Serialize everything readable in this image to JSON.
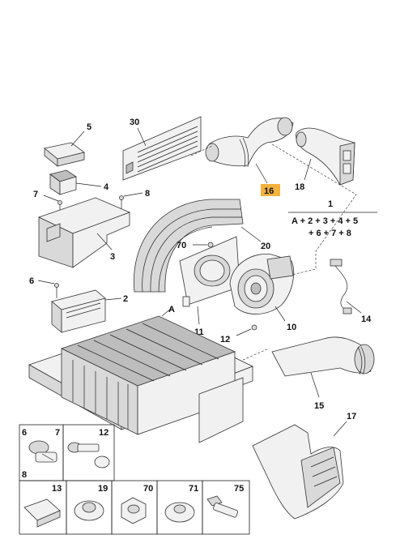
{
  "callouts": {
    "c5": "5",
    "c4": "4",
    "c7": "7",
    "c8": "8",
    "c3": "3",
    "c6": "6",
    "c2": "2",
    "c30": "30",
    "c16": "16",
    "c18": "18",
    "c20": "20",
    "c70": "70",
    "cA": "A",
    "c11": "11",
    "c12": "12",
    "c10": "10",
    "c14": "14",
    "c15": "15",
    "c17": "17",
    "c1": "1"
  },
  "kit_formula": {
    "line1": "A + 2 + 3 + 4 + 5",
    "line2": "+ 6 + 7 + 8"
  },
  "fastener_grid": {
    "row1": [
      {
        "num": "6",
        "sub": "8"
      },
      {
        "num": "7"
      },
      {
        "num": "12"
      }
    ],
    "row2": [
      {
        "num": "13"
      },
      {
        "num": "19"
      },
      {
        "num": "70"
      },
      {
        "num": "71"
      },
      {
        "num": "75"
      }
    ]
  },
  "highlight_color": "#f5b13d"
}
